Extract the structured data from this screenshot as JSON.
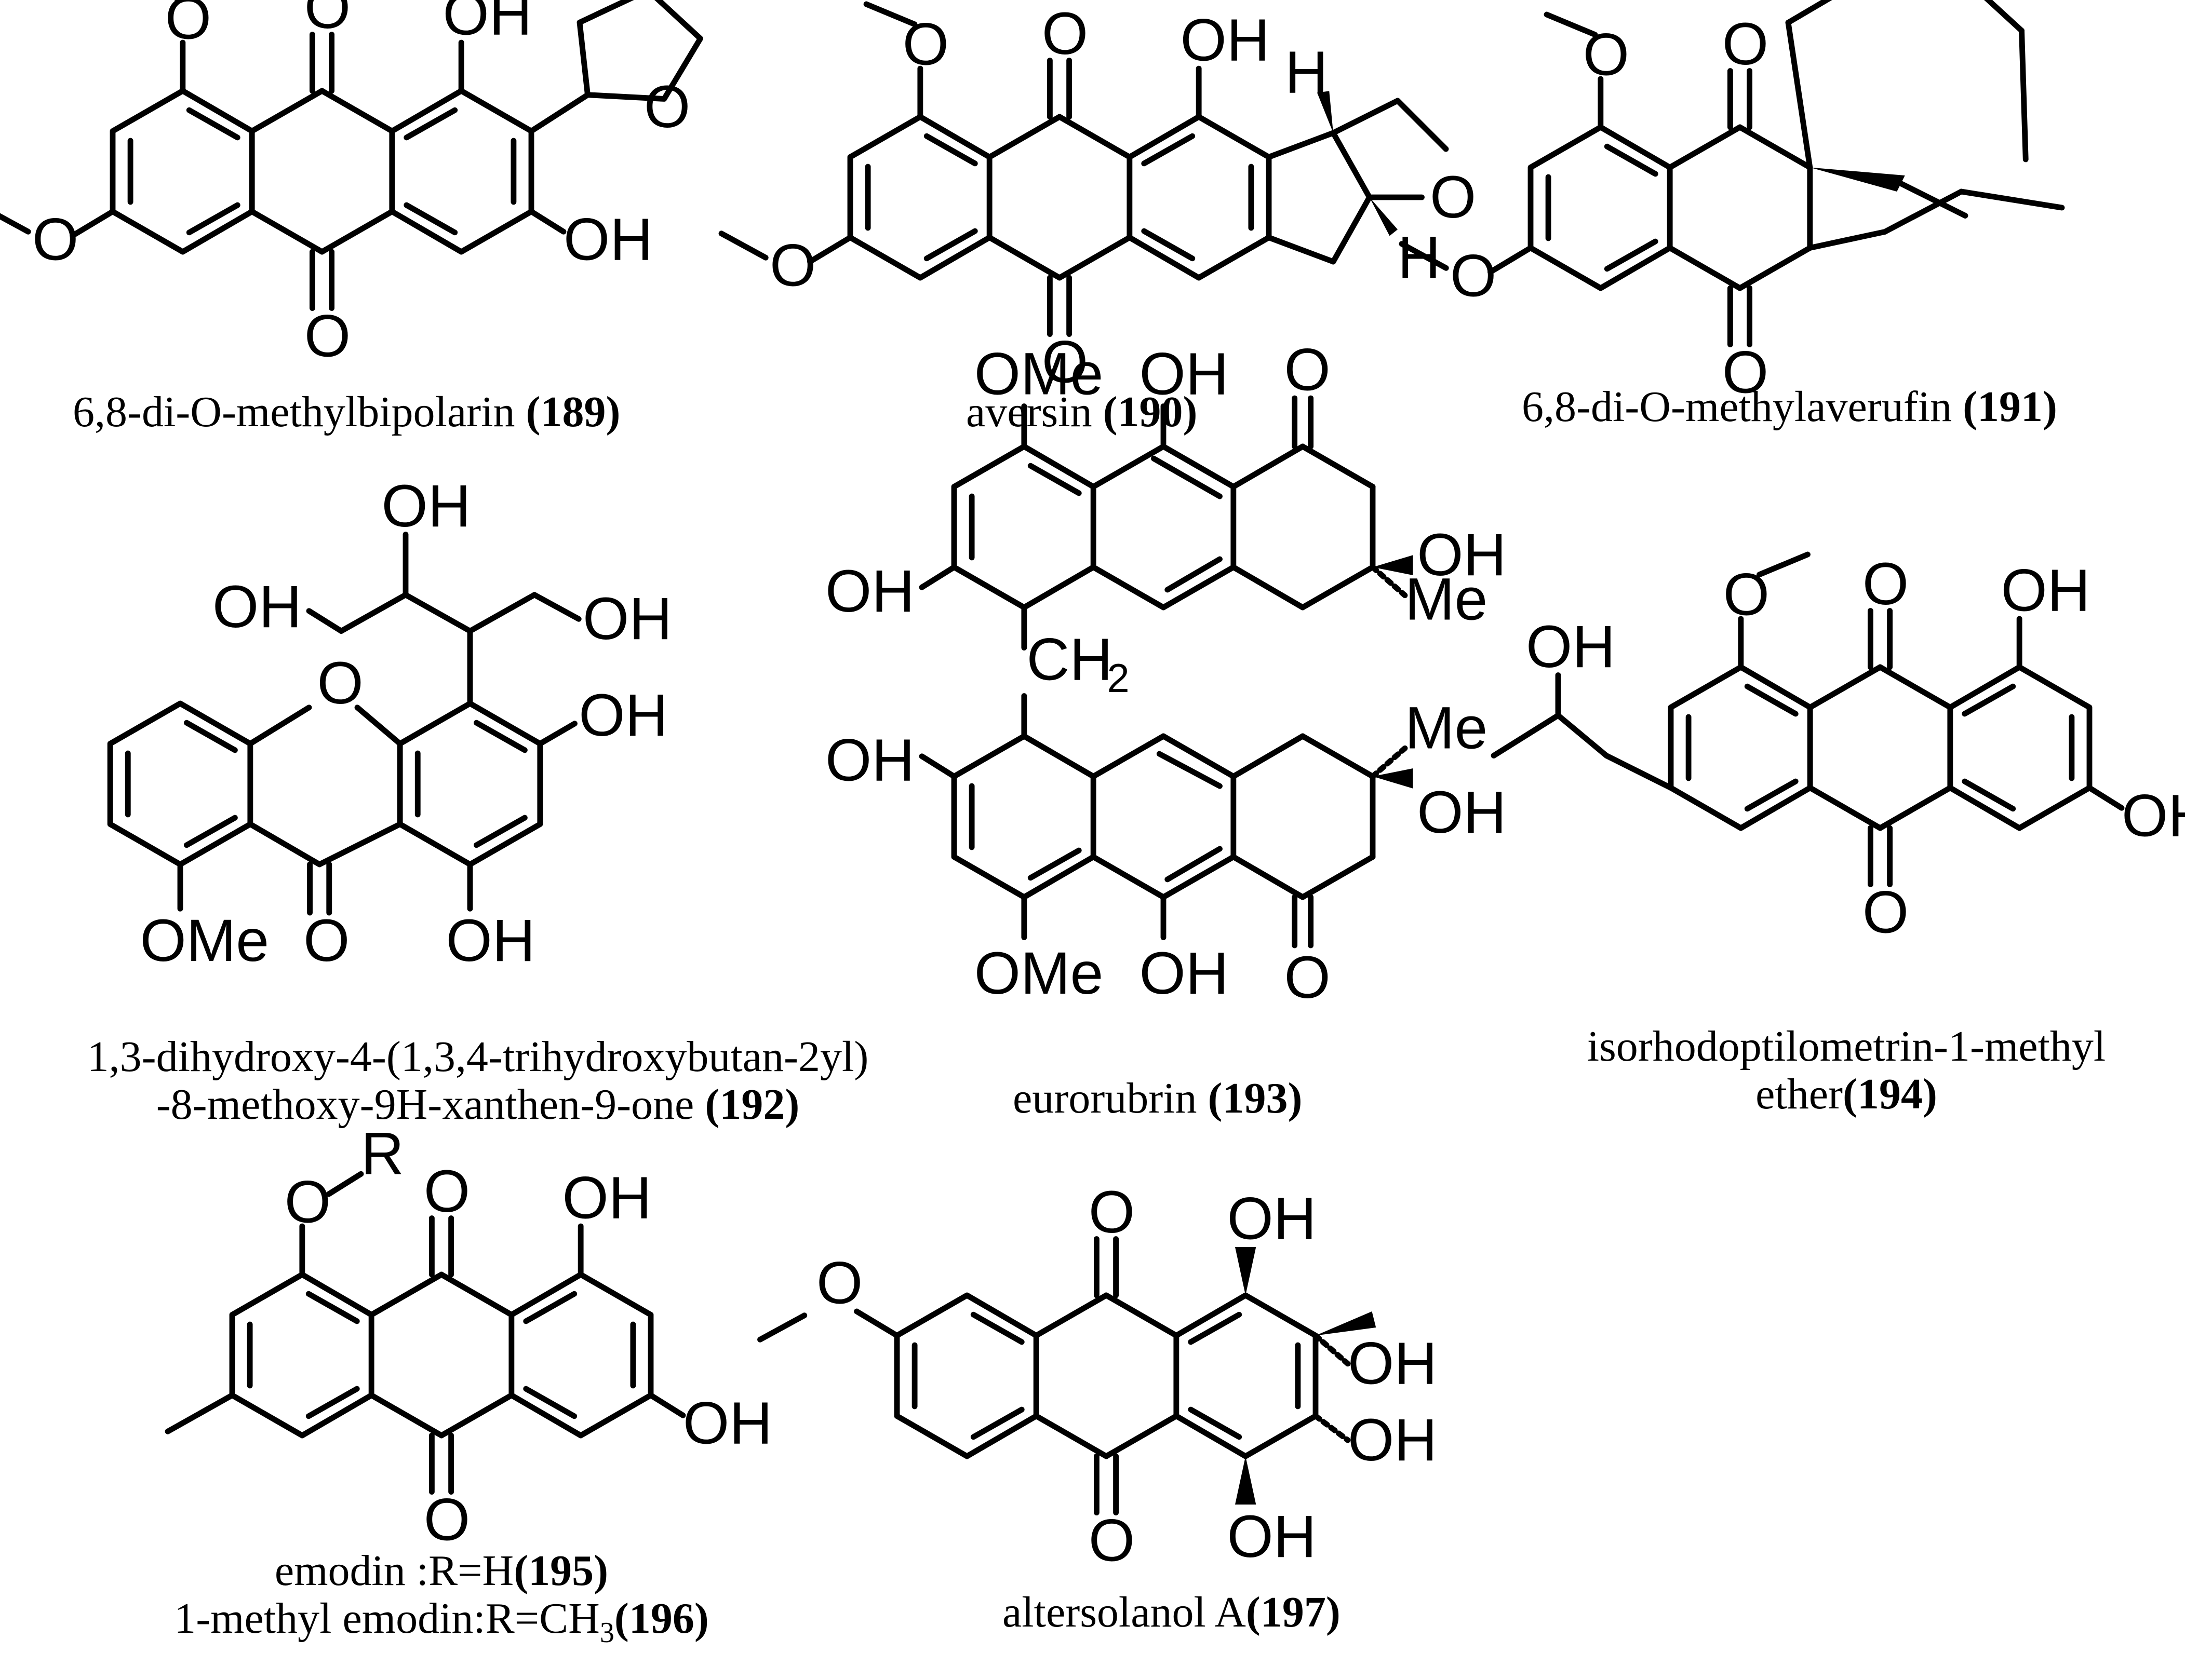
{
  "compounds": [
    {
      "name": "6,8-di-O-methylbipolarin ",
      "num": "(189)"
    },
    {
      "name": "aversin ",
      "num": "(190)"
    },
    {
      "name": "6,8-di-O-methylaverufin  ",
      "num": "(191)"
    },
    {
      "name_line1": "1,3-dihydroxy-4-(1,3,4-trihydroxybutan-2yl)",
      "name_line2": "-8-methoxy-9H-xanthen-9-one ",
      "num": "(192)"
    },
    {
      "name": "eurorubrin ",
      "num": "(193)"
    },
    {
      "name_line1": "isorhodoptilometrin-1-methyl",
      "name_line2": "ether",
      "num": "(194)"
    },
    {
      "name": "emodin :R=H",
      "num": "(195)",
      "name2": "1-methyl emodin:R=CH",
      "name2_sub": "3",
      "num2": "(196)"
    },
    {
      "name": "altersolanol A",
      "num": "(197)"
    }
  ],
  "atoms": {
    "O": "O",
    "OH": "OH",
    "OMe": "OMe",
    "Me": "Me",
    "H": "H",
    "R": "R",
    "CH": "CH",
    "sub2": "2"
  }
}
